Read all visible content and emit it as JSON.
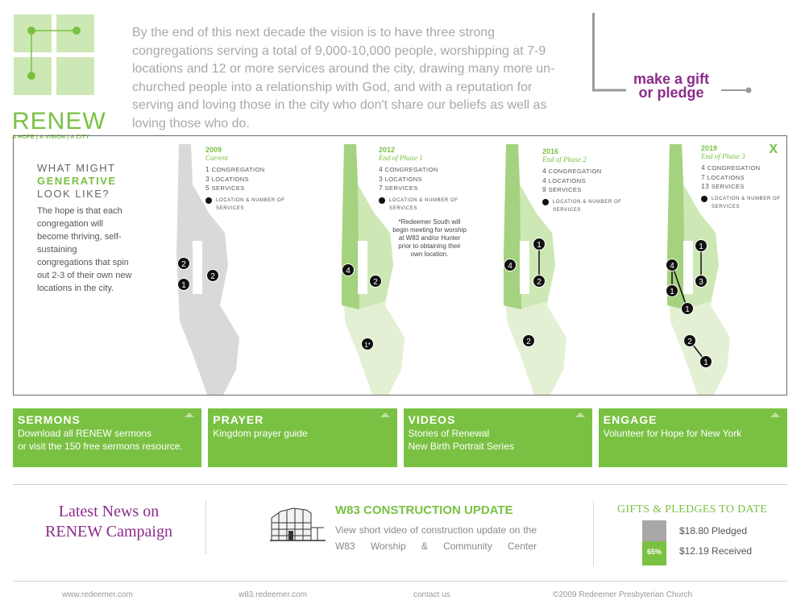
{
  "logo": {
    "word": "RENEW",
    "tagline": "A HOPE | A VISION | A CITY"
  },
  "intro": "By the end of this next decade the vision is to have three strong congregations serving a total of 9,000-10,000 people, worshipping at 7-9 locations and 12 or more services around the city, drawing many more un-churched people into a relationship with God, and with a reputation for serving and loving those in the city who don't share our beliefs as well as loving those who do.",
  "pledge": {
    "line1": "make a gift",
    "line2": "or pledge"
  },
  "vision": {
    "close": "X",
    "title_pre": "WHAT MIGHT",
    "title_hl": "GENERATIVE",
    "title_post": "LOOK LIKE?",
    "text": "The hope is that each congregation will become thriving, self-sustaining congregations that spin out 2-3 of their own new locations in the city.",
    "legend": "LOCATION & NUMBER OF SERVICES",
    "maps": [
      {
        "year": "2009",
        "phase": "Current",
        "congregations": "1",
        "locations": "3",
        "services": "5",
        "markers": [
          "2",
          "1",
          "2"
        ]
      },
      {
        "year": "2012",
        "phase": "End of Phase 1",
        "congregations": "4",
        "locations": "3",
        "services": "7",
        "markers": [
          "4",
          "2",
          "1*"
        ],
        "note": "*Redeemer South will begin meeting for worship at W83 and/or Hunter prior to obtaining their own location."
      },
      {
        "year": "2016",
        "phase": "End of Phase 2",
        "congregations": "4",
        "locations": "4",
        "services": "9",
        "markers": [
          "1",
          "4",
          "2",
          "2"
        ]
      },
      {
        "year": "2019",
        "phase": "End of Phase 3",
        "congregations": "4",
        "locations": "7",
        "services": "13",
        "markers": [
          "1",
          "4",
          "1",
          "3",
          "1",
          "2",
          "1"
        ]
      }
    ],
    "labels": {
      "congregation": "CONGREGATION",
      "locations": "LOCATIONS",
      "services": "SERVICES"
    }
  },
  "tiles": [
    {
      "title": "SERMONS",
      "lines": [
        "Download all RENEW sermons",
        "or visit the 150 free sermons resource."
      ]
    },
    {
      "title": "PRAYER",
      "lines": [
        "Kingdom prayer guide",
        ""
      ]
    },
    {
      "title": "VIDEOS",
      "lines": [
        "Stories of Renewal",
        "New Birth Portrait Series"
      ]
    },
    {
      "title": "ENGAGE",
      "lines": [
        "Volunteer for Hope for New York",
        ""
      ]
    }
  ],
  "news": {
    "title": "Latest News on RENEW Campaign"
  },
  "w83": {
    "title": "W83 CONSTRUCTION UPDATE",
    "text": "View short video of construction update on the W83 Worship & Community Center"
  },
  "gifts": {
    "title": "GIFTS & PLEDGES TO DATE",
    "pledged": "$18.80 Pledged",
    "received": "$12.19 Received",
    "percent": "65%"
  },
  "footer": {
    "link1": "www.redeemer.com",
    "link2": "w83.redeemer.com",
    "link3": "contact us",
    "copyright": "©2009 Redeemer Presbyterian Church"
  },
  "colors": {
    "green": "#7ac143",
    "light_green": "#cde8b4",
    "pale_green": "#e3f0d4",
    "purple": "#8b2b8c",
    "gray": "#d8d8d8"
  }
}
